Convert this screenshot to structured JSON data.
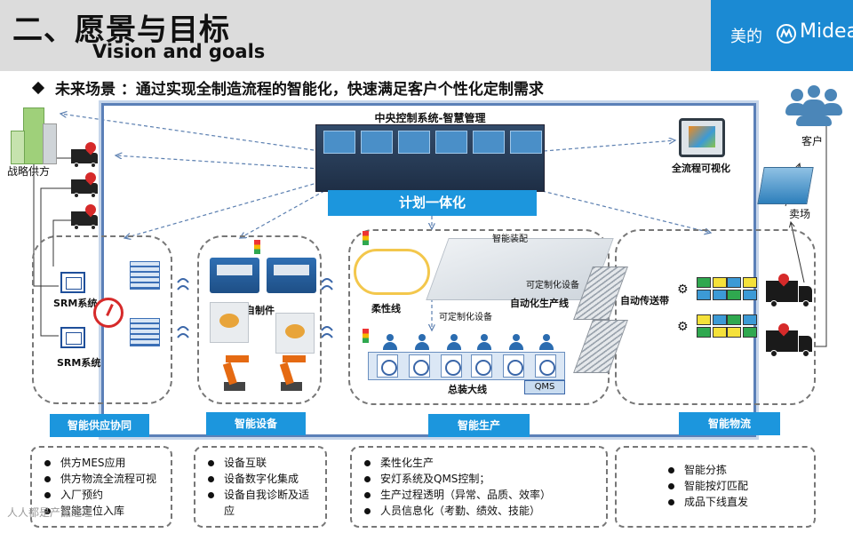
{
  "header": {
    "title_cn": "二、愿景与目标",
    "title_en": "Vision and goals",
    "brand_cn": "美的",
    "brand_en": "Midea"
  },
  "subtitle": "未来场景 ：通过实现全制造流程的智能化，快速满足客户个性化定制需求",
  "central": {
    "title": "中央控制系统-智慧管理",
    "plan_bar": "计划一体化"
  },
  "supply": {
    "supplier_label": "战略供方",
    "srm1": "SRM系统",
    "srm2": "SRM系统",
    "tab": "智能供应协同",
    "bullets": [
      "供方MES应用",
      "供方物流全流程可视",
      "入厂预约",
      "智能定位入库"
    ]
  },
  "equipment": {
    "label": "自制件",
    "tab": "智能设备",
    "bullets": [
      "设备互联",
      "设备数字化集成",
      "设备自我诊断及适应"
    ]
  },
  "production": {
    "smart_assembly": "智能装配",
    "flex_line": "柔性线",
    "custom_device_1": "可定制化设备",
    "custom_device_2": "可定制化设备",
    "auto_line": "自动化生产线",
    "final_line": "总装大线",
    "qms": "QMS",
    "tab": "智能生产",
    "bullets": [
      "柔性化生产",
      "安灯系统及QMS控制；",
      "生产过程透明（异常、品质、效率）",
      "人员信息化（考勤、绩效、技能）"
    ]
  },
  "logistics": {
    "conveyor": "自动传送带",
    "tab": "智能物流",
    "bullets": [
      "智能分拣",
      "智能按灯匹配",
      "成品下线直发"
    ]
  },
  "right": {
    "visual_label": "全流程可视化",
    "customer_label": "客户",
    "store_label": "卖场"
  },
  "icons": {
    "truck": "truck-icon",
    "gps": "gps-pin-icon",
    "person": "worker-icon",
    "customer": "customers-icon"
  },
  "colors": {
    "accent": "#1c96dd",
    "frame": "#5b80b8",
    "header_bg": "#dcdcdc"
  },
  "watermark": "人人都是产品经理"
}
